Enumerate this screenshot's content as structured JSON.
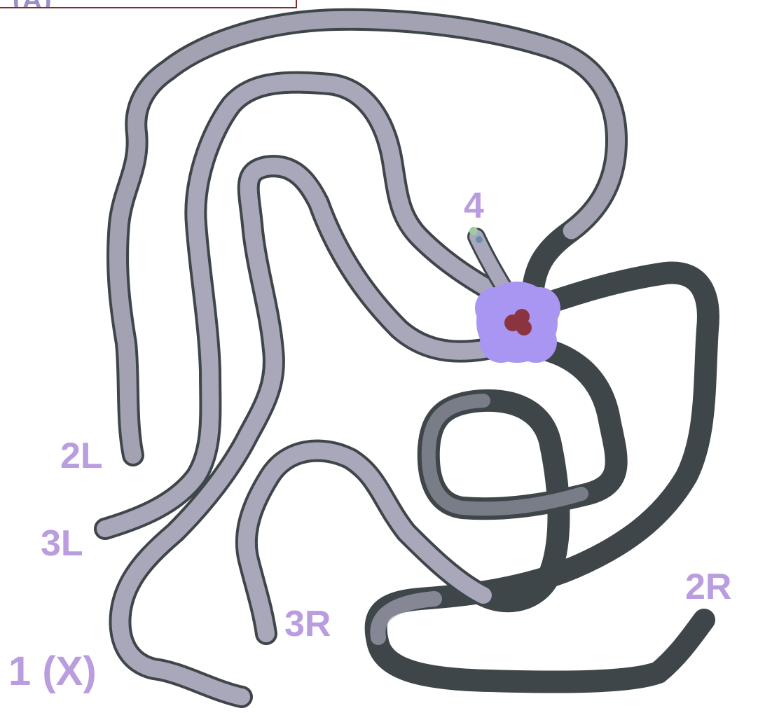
{
  "header": {
    "title": "(A)"
  },
  "labels": {
    "arm_4": "4",
    "arm_2L": "2L",
    "arm_3L": "3L",
    "arm_2R": "2R",
    "arm_3R": "3R",
    "arm_1X": "1 (X)"
  },
  "colors": {
    "chromosome_light": "#b7b6c8",
    "chromosome_dark": "#4b5254",
    "chromocenter": "#a995f2",
    "nucleolus": "#8b3440",
    "label": "#b99ddf",
    "title_border": "#7a2e33"
  }
}
